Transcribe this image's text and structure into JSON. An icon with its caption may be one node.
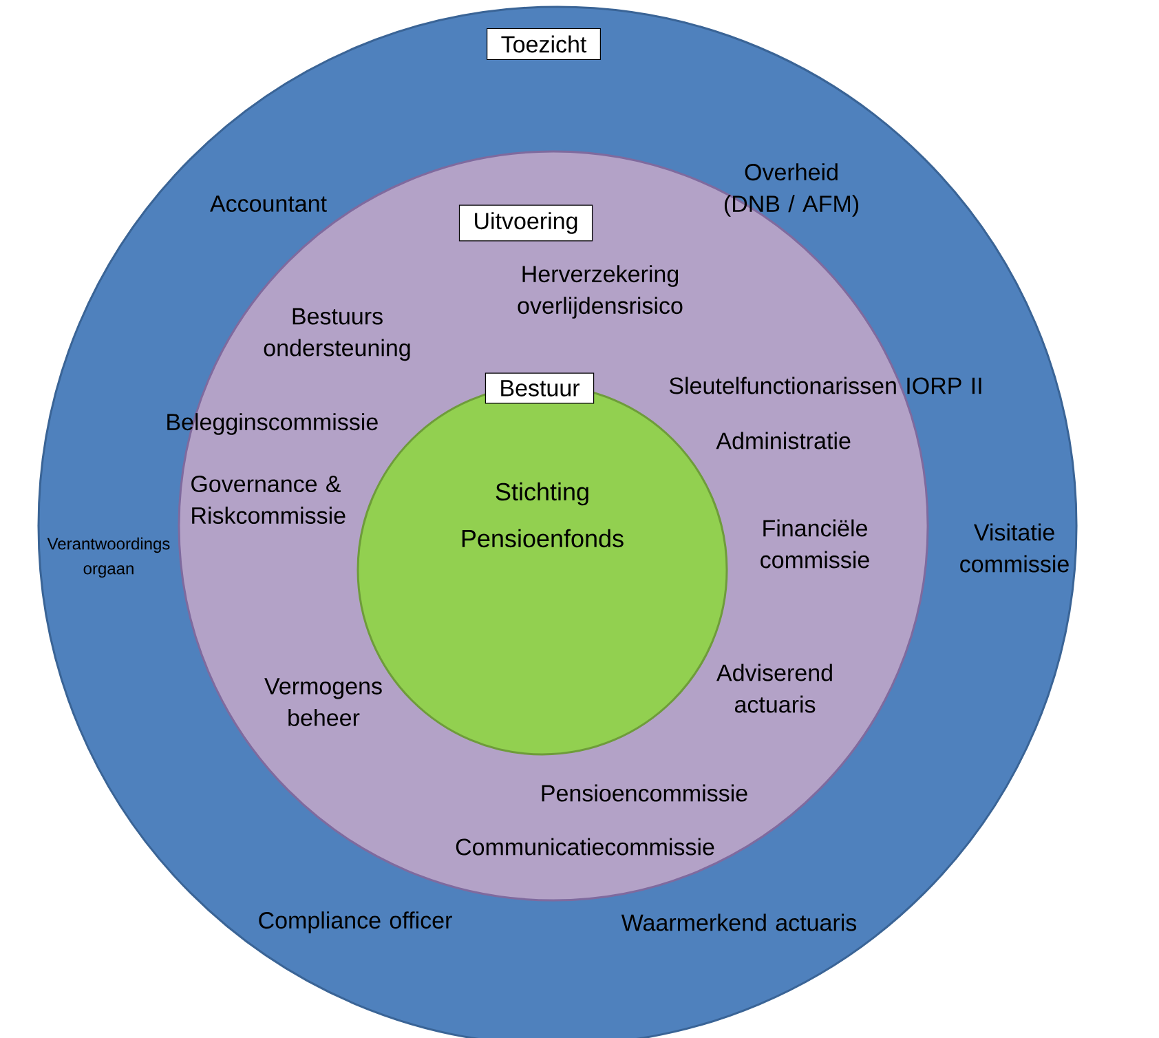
{
  "diagram": {
    "nodes": [
      {
        "text": [
          "Toezicht"
        ]
      },
      {
        "text": [
          "Uitvoering"
        ],
        "in": 0
      },
      {
        "text": [
          "Bestuur",
          "Stichting Pensioenfonds"
        ],
        "in": 1
      }
    ],
    "labels": [
      "Accountant",
      "Overheid (DNB / AFM)",
      "Herverzekering overlijdensrisico",
      "Bestuurs ondersteuning",
      "Sleutelfunctionarissen IORP II",
      "Belegginscommissie",
      "Governance & Riskcommissie",
      "Administratie",
      "Verantwoordings orgaan",
      "Financiële commissie",
      "Visitatie commissie",
      "Vermogens beheer",
      "Adviserend actuaris",
      "Pensioencommissie",
      "Communicatiecommissie",
      "Compliance officer",
      "Waarmerkend actuaris"
    ]
  }
}
